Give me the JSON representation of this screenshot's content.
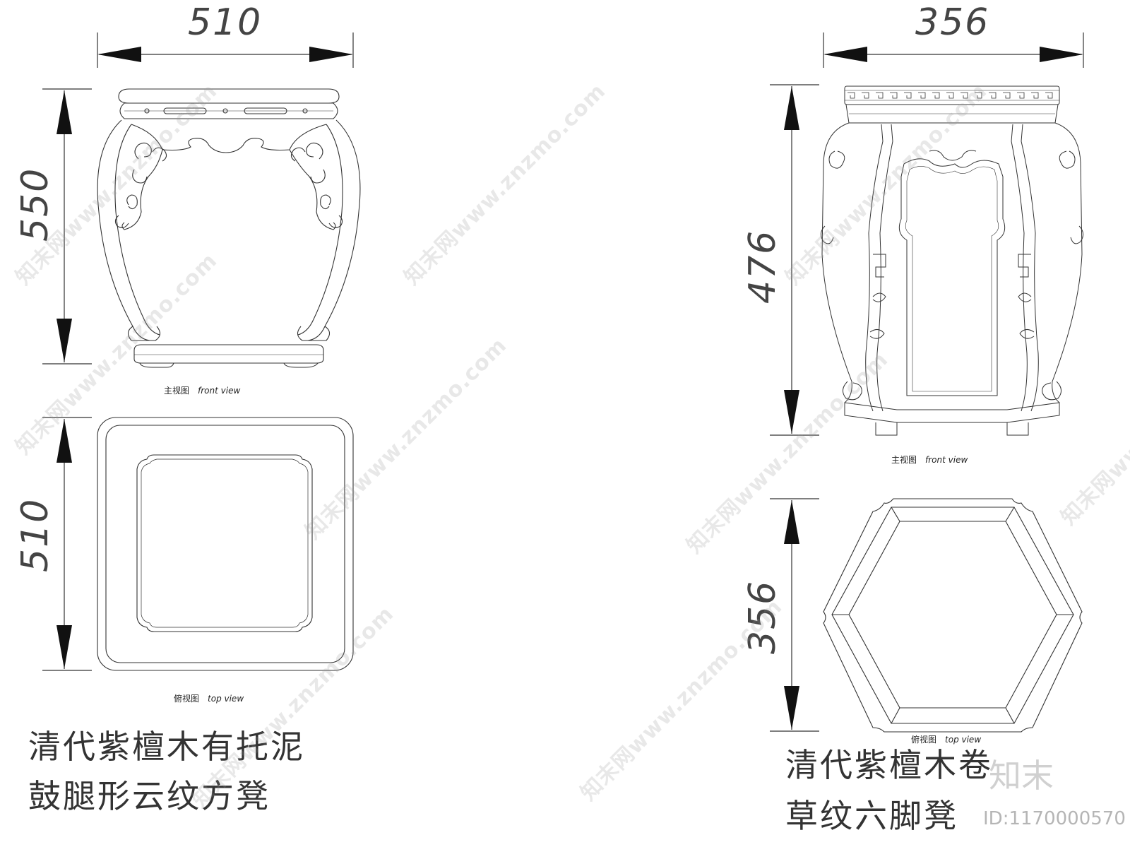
{
  "left_piece": {
    "front_width_dim": "510",
    "front_height_dim": "550",
    "front_caption_cn": "主视图",
    "front_caption_en": "front view",
    "top_depth_dim": "510",
    "top_caption_cn": "俯视图",
    "top_caption_en": "top view",
    "title_line1": "清代紫檀木有托泥",
    "title_line2": "鼓腿形云纹方凳"
  },
  "right_piece": {
    "front_width_dim": "356",
    "front_height_dim": "476",
    "front_caption_cn": "主视图",
    "front_caption_en": "front view",
    "top_depth_dim": "356",
    "top_caption_cn": "俯视图",
    "top_caption_en": "top view",
    "title_line1": "清代紫檀木卷",
    "title_line2": "草纹六脚凳"
  },
  "watermark": {
    "site": "知末网www.znzmo.com",
    "brand": "知末",
    "id_text": "ID:1170000570"
  }
}
